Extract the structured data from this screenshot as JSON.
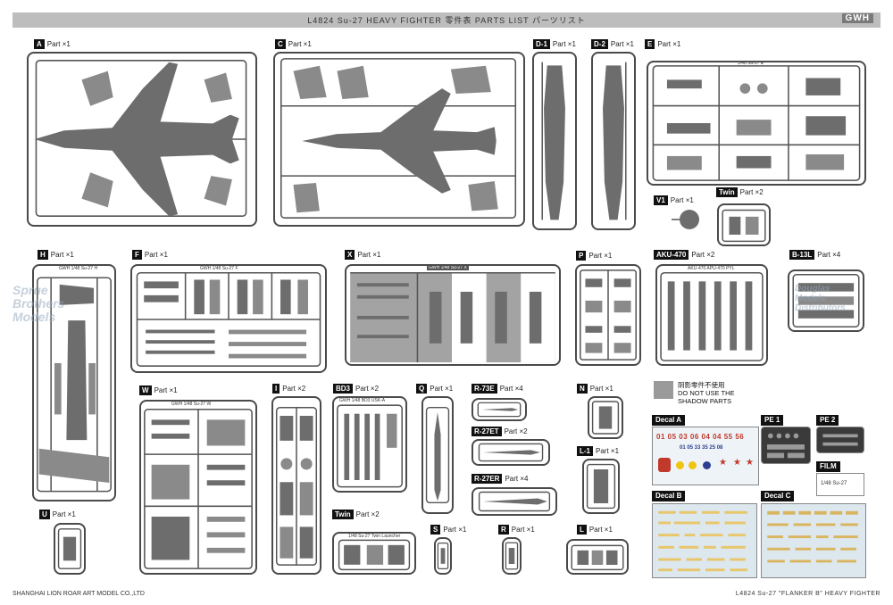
{
  "header": {
    "title": "L4824   Su-27   HEAVY   FIGHTER   零件表   PARTS LIST   パーツリスト",
    "brand": "GWH"
  },
  "footer": {
    "company": "SHANGHAI LION ROAR ART MODEL CO.,LTD",
    "kit": "L4824   Su-27   \"FLANKER B\"   HEAVY   FIGHTER"
  },
  "sprues": [
    {
      "key": "A",
      "qty": "Part ×1"
    },
    {
      "key": "C",
      "qty": "Part ×1"
    },
    {
      "key": "D-1",
      "qty": "Part ×1"
    },
    {
      "key": "D-2",
      "qty": "Part ×1"
    },
    {
      "key": "E",
      "qty": "Part ×1"
    },
    {
      "key": "V1",
      "qty": "Part ×1"
    },
    {
      "key": "Twin",
      "qty": "Part ×2"
    },
    {
      "key": "H",
      "qty": "Part ×1"
    },
    {
      "key": "F",
      "qty": "Part ×1"
    },
    {
      "key": "X",
      "qty": "Part ×1"
    },
    {
      "key": "P",
      "qty": "Part ×1"
    },
    {
      "key": "AKU-470",
      "qty": "Part ×2"
    },
    {
      "key": "B-13L",
      "qty": "Part ×4"
    },
    {
      "key": "W",
      "qty": "Part ×1"
    },
    {
      "key": "I",
      "qty": "Part ×2"
    },
    {
      "key": "BD3",
      "qty": "Part ×2"
    },
    {
      "key": "Q",
      "qty": "Part ×1"
    },
    {
      "key": "R-73E",
      "qty": "Part ×4"
    },
    {
      "key": "N",
      "qty": "Part ×1"
    },
    {
      "key": "R-27ET",
      "qty": "Part ×2"
    },
    {
      "key": "L-1",
      "qty": "Part ×1"
    },
    {
      "key": "R-27ER",
      "qty": "Part ×4"
    },
    {
      "key": "U",
      "qty": "Part ×1"
    },
    {
      "key": "Twin",
      "qty": "Part ×2"
    },
    {
      "key": "S",
      "qty": "Part ×1"
    },
    {
      "key": "R",
      "qty": "Part ×1"
    },
    {
      "key": "L",
      "qty": "Part ×1"
    }
  ],
  "sprue_marks": {
    "h": "GWH 1/48 Su-27 H",
    "f": "GWH 1/48 Su-27 F",
    "x": "GWH 1/48 Su-27 X",
    "e": "1/48 Su-27 E",
    "twin": "1/48 Su-27 Twin",
    "aku": "AKU-470 APU-470 PYL",
    "bd3": "GWH 1/48 BD3 USK-A",
    "w": "GWH 1/48 Su-27 W",
    "twin2": "1/48 Su-27 Twin Launcher"
  },
  "notice": {
    "cn": "阴影零件不使用",
    "en1": "DO NOT USE THE",
    "en2": "SHADOW PARTS"
  },
  "decals": {
    "a": "Decal A",
    "b": "Decal B",
    "c": "Decal C",
    "pe1": "PE 1",
    "pe2": "PE 2",
    "film": "FILM",
    "a_numbers": "01 05 03 06 04 04 55 56",
    "a_numbers2": "01 05 33 35 25 08",
    "film_text": "1/48 Su-27"
  },
  "watermarks": {
    "spru1": "Sprue",
    "spru2": "Brothers",
    "spru3": "Models",
    "dm1": "Douglas",
    "dm2": "Models",
    "dm3": "Distributors"
  }
}
